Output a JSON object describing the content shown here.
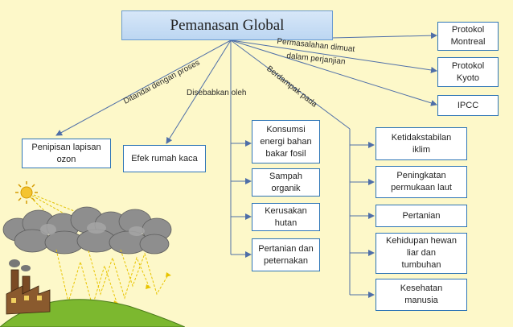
{
  "title": "Pemanasan Global",
  "labels": {
    "ditandai": "Ditandai dengan proses",
    "disebabkan": "Disebabkan oleh",
    "berdampak": "Berdampak pada",
    "permasalahan": "Permasalahan dimuat",
    "dalam_perjanjian": "dalam perjanjian"
  },
  "treaties": [
    "Protokol\nMontreal",
    "Protokol\nKyoto",
    "IPCC"
  ],
  "processes": [
    "Penipisan lapisan\nozon",
    "Efek rumah kaca"
  ],
  "causes": [
    "Konsumsi\nenergi bahan\nbakar fosil",
    "Sampah\norganik",
    "Kerusakan\nhutan",
    "Pertanian dan\npeternakan"
  ],
  "impacts": [
    "Ketidakstabilan\niklim",
    "Peningkatan\npermukaan laut",
    "Pertanian",
    "Kehidupan hewan\nliar dan\ntumbuhan",
    "Kesehatan\nmanusia"
  ],
  "colors": {
    "line": "#4f6fa8",
    "box_border": "#2e75b6",
    "background": "#fdf8c9"
  }
}
